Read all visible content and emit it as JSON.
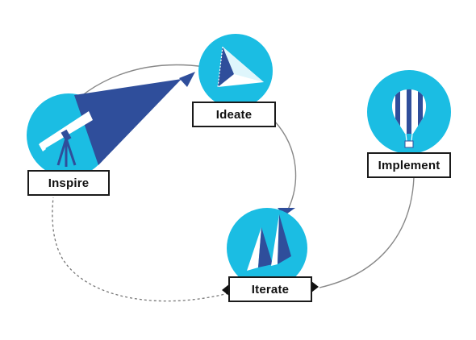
{
  "colors": {
    "circle_fill": "#1BBDE3",
    "accent_dark_blue": "#2F4E9B",
    "connector_line": "#888888",
    "label_border": "#1a1a1a"
  },
  "stages": {
    "inspire": {
      "label": "Inspire",
      "icon": "telescope-icon"
    },
    "ideate": {
      "label": "Ideate",
      "icon": "paper-plane-icon"
    },
    "iterate": {
      "label": "Iterate",
      "icon": "folded-paper-sails-icon"
    },
    "implement": {
      "label": "Implement",
      "icon": "hot-air-balloon-icon"
    }
  }
}
